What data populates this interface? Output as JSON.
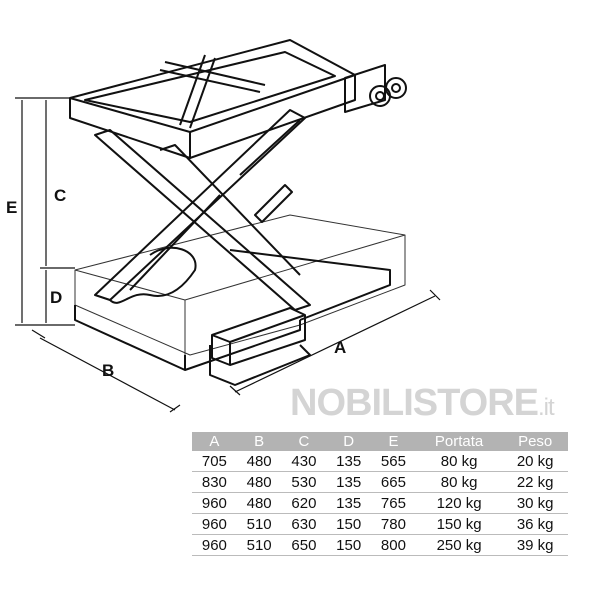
{
  "dimension_labels": {
    "A": "A",
    "B": "B",
    "C": "C",
    "D": "D",
    "E": "E"
  },
  "watermark": {
    "brand": "NOBILISTORE",
    "tld": ".it"
  },
  "table": {
    "headers": [
      "A",
      "B",
      "C",
      "D",
      "E",
      "Portata",
      "Peso"
    ],
    "rows": [
      [
        "705",
        "480",
        "430",
        "135",
        "565",
        "80 kg",
        "20 kg"
      ],
      [
        "830",
        "480",
        "530",
        "135",
        "665",
        "80 kg",
        "22 kg"
      ],
      [
        "960",
        "480",
        "620",
        "135",
        "765",
        "120 kg",
        "30 kg"
      ],
      [
        "960",
        "510",
        "630",
        "150",
        "780",
        "150 kg",
        "36 kg"
      ],
      [
        "960",
        "510",
        "650",
        "150",
        "800",
        "250 kg",
        "39 kg"
      ]
    ]
  }
}
